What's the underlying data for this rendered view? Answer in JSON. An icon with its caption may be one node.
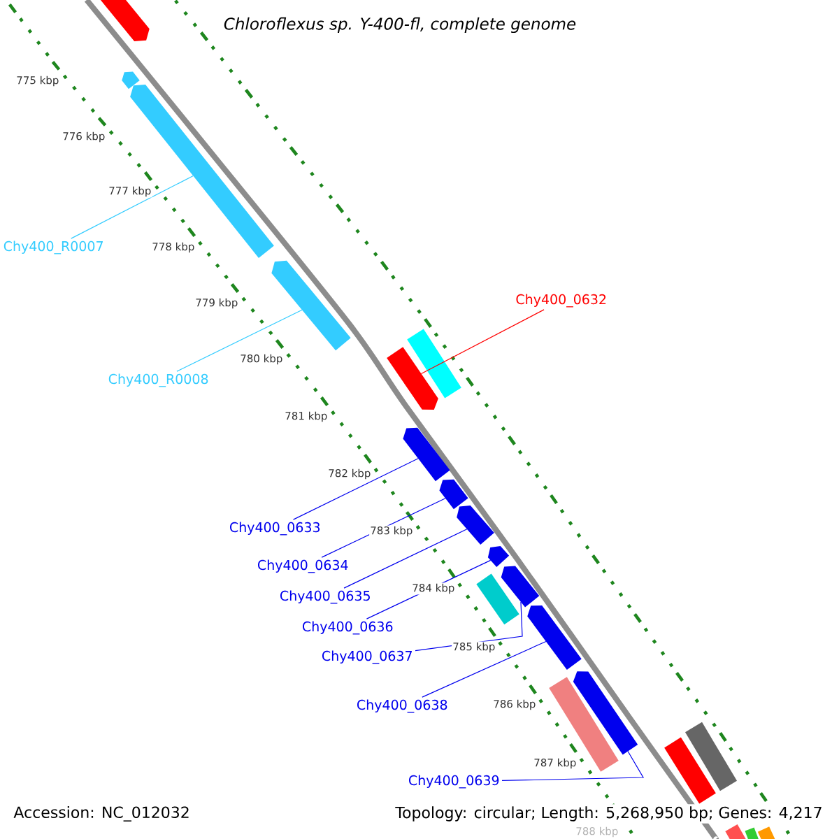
{
  "diagram": {
    "title": "Chloroflexus sp. Y-400-fl, complete genome",
    "nodes": [
      {
        "text": [],
        "shape": "pentagon"
      },
      {
        "text": [],
        "shape": "pentagon"
      },
      {
        "text": [],
        "shape": "pentagon"
      },
      {
        "text": [
          "Chy400_R0007"
        ]
      },
      {
        "text": [],
        "shape": "pentagon"
      },
      {
        "text": [
          "Chy400_R0008"
        ]
      },
      {
        "text": [
          "Chy400_0632"
        ]
      },
      {
        "text": [],
        "shape": "bar"
      },
      {
        "text": [],
        "shape": "pentagon"
      },
      {
        "text": [],
        "shape": "pentagon"
      },
      {
        "text": [
          "Chy400_0633"
        ]
      },
      {
        "text": [],
        "shape": "pentagon"
      },
      {
        "text": [
          "Chy400_0634"
        ]
      },
      {
        "text": [],
        "shape": "pentagon"
      },
      {
        "text": [
          "Chy400_0635"
        ]
      },
      {
        "text": [],
        "shape": "pentagon"
      },
      {
        "text": [
          "Chy400_0636"
        ]
      },
      {
        "text": [],
        "shape": "pentagon"
      },
      {
        "text": [],
        "shape": "bar"
      },
      {
        "text": [
          "Chy400_0637"
        ]
      },
      {
        "text": [],
        "shape": "pentagon"
      },
      {
        "text": [
          "Chy400_0638"
        ]
      },
      {
        "text": [],
        "shape": "bar"
      },
      {
        "text": [],
        "shape": "pentagon"
      },
      {
        "text": [
          "Chy400_0639"
        ]
      },
      {
        "text": [],
        "shape": "bar"
      },
      {
        "text": [],
        "shape": "bar"
      },
      {
        "text": [],
        "shape": "bar"
      },
      {
        "text": [],
        "shape": "bar"
      },
      {
        "text": [],
        "shape": "bar"
      }
    ],
    "edges": [
      {
        "from": 3,
        "to": 2,
        "arrow": "none",
        "color": "#33ccff"
      },
      {
        "from": 5,
        "to": 4,
        "arrow": "none",
        "color": "#33ccff"
      },
      {
        "from": 6,
        "to": 8,
        "arrow": "none",
        "color": "#ff0000"
      },
      {
        "from": 10,
        "to": 9,
        "arrow": "none"
      },
      {
        "from": 12,
        "to": 11,
        "arrow": "none"
      },
      {
        "from": 14,
        "to": 13,
        "arrow": "none"
      },
      {
        "from": 16,
        "to": 15,
        "arrow": "none"
      },
      {
        "from": 19,
        "to": 17,
        "arrow": "none"
      },
      {
        "from": 21,
        "to": 20,
        "arrow": "none"
      },
      {
        "from": 24,
        "to": 23,
        "arrow": "none"
      }
    ],
    "labels": [
      "775 kbp",
      "776 kbp",
      "777 kbp",
      "778 kbp",
      "779 kbp",
      "780 kbp",
      "781 kbp",
      "782 kbp",
      "783 kbp",
      "784 kbp",
      "785 kbp",
      "786 kbp",
      "787 kbp",
      "788 kbp",
      "Accession: NC_012032",
      "Topology: circular; Length: 5,268,950 bp; Genes: 4,217"
    ]
  }
}
